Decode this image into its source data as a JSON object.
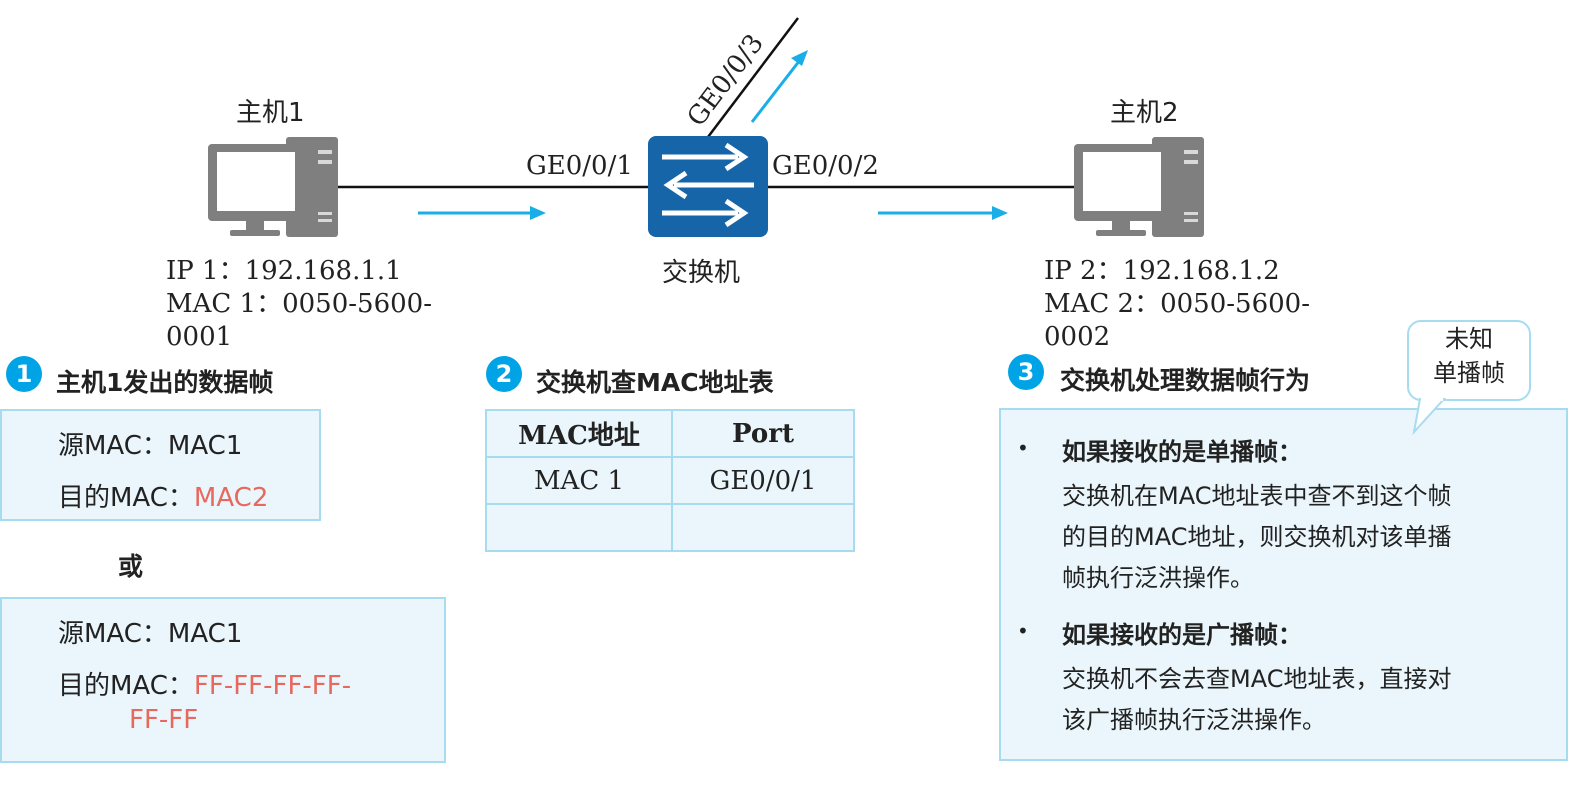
{
  "hosts": [
    {
      "label": "主机1",
      "ip": "IP 1：192.168.1.1",
      "mac_line1": "MAC 1：0050-5600-",
      "mac_line2": "0001"
    },
    {
      "label": "主机2",
      "ip": "IP 2：192.168.1.2",
      "mac_line1": "MAC 2：0050-5600-",
      "mac_line2": "0002"
    }
  ],
  "switch": {
    "label": "交换机",
    "ports": [
      "GE0/0/1",
      "GE0/0/2",
      "GE0/0/3"
    ]
  },
  "steps": [
    {
      "num": "1",
      "title": "主机1发出的数据帧"
    },
    {
      "num": "2",
      "title": "交换机查MAC地址表"
    },
    {
      "num": "3",
      "title": "交换机处理数据帧行为"
    }
  ],
  "frame1": {
    "src": "源MAC：MAC1",
    "dst_label": "目的MAC：",
    "dst_value": "MAC2"
  },
  "or_label": "或",
  "frame2": {
    "src": "源MAC：MAC1",
    "dst_label": "目的MAC：",
    "dst_value_line1": "FF-FF-FF-FF-",
    "dst_value_line2": "FF-FF"
  },
  "mac_table": {
    "headers": [
      "MAC地址",
      "Port"
    ],
    "rows": [
      [
        "MAC 1",
        "GE0/0/1"
      ],
      [
        "",
        ""
      ]
    ]
  },
  "behavior": {
    "bullet_char": "•",
    "items": [
      {
        "head": "如果接收的是单播帧：",
        "body": [
          "交换机在MAC地址表中查不到这个帧",
          "的目的MAC地址，则交换机对该单播",
          "帧执行泛洪操作。"
        ]
      },
      {
        "head": "如果接收的是广播帧：",
        "body": [
          "交换机不会去查MAC地址表，直接对",
          "该广播帧执行泛洪操作。"
        ]
      }
    ]
  },
  "callout": {
    "line1": "未知",
    "line2": "单播帧"
  },
  "colors": {
    "accent": "#00a3e6",
    "switch_blue": "#1565a8",
    "panel_bg": "#eaf6fb",
    "panel_border": "#a7dcf0",
    "highlight_red": "#e8685e",
    "computer_gray": "#7f7f7f"
  }
}
